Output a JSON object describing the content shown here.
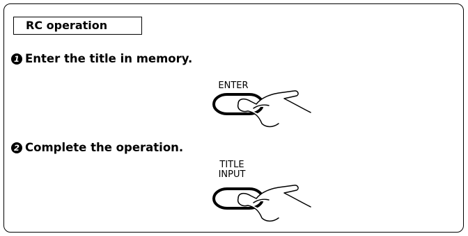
{
  "section_title": "RC operation",
  "steps": [
    {
      "number": "1",
      "text": "Enter the title in memory.",
      "button_label": "ENTER"
    },
    {
      "number": "2",
      "text": "Complete the operation.",
      "button_label": "TITLE\nINPUT"
    }
  ]
}
